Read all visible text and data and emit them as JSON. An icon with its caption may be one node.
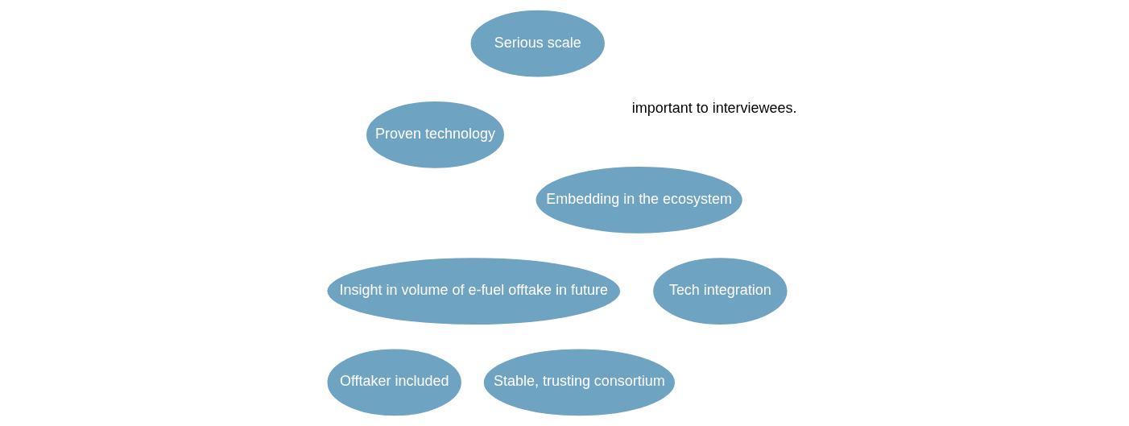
{
  "diagram": {
    "nodes": [
      {
        "text": [
          "Stable, trusting consortium"
        ]
      },
      {
        "text": [
          "Embedding in the ecosystem"
        ]
      },
      {
        "text": [
          "Proven technology"
        ]
      },
      {
        "text": [
          "Insight in volume of e-fuel offtake in future"
        ]
      },
      {
        "text": [
          "Offtaker included"
        ]
      },
      {
        "text": [
          "Tech integration"
        ]
      },
      {
        "text": [
          "Serious scale"
        ]
      }
    ],
    "labels": [
      "important to interviewees."
    ]
  }
}
